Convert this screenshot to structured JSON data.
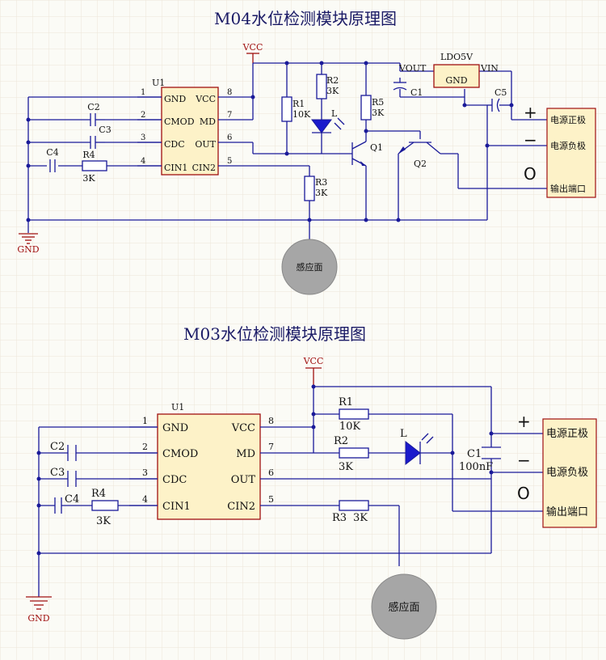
{
  "m04": {
    "title": "M04水位检测模块原理图",
    "vcc": "VCC",
    "gnd": "GND",
    "u1": "U1",
    "pins_left": [
      "GND",
      "CMOD",
      "CDC",
      "CIN1"
    ],
    "pins_right": [
      "VCC",
      "MD",
      "OUT",
      "CIN2"
    ],
    "pin_nums_left": [
      "1",
      "2",
      "3",
      "4"
    ],
    "pin_nums_right": [
      "8",
      "7",
      "6",
      "5"
    ],
    "c2": "C2",
    "c3": "C3",
    "c4": "C4",
    "r4": "R4",
    "r4_val": "3K",
    "r1": "R1",
    "r1_val": "10K",
    "r2": "R2",
    "r2_val": "3K",
    "r3": "R3",
    "r3_val": "3K",
    "r5": "R5",
    "r5_val": "3K",
    "led": "L",
    "q1": "Q1",
    "q2": "Q2",
    "vout": "VOUT",
    "ldo": "LDO5V",
    "ldo_gnd": "GND",
    "vin": "VIN",
    "c1": "C1",
    "c5": "C5",
    "plus": "+",
    "minus": "−",
    "o": "O",
    "term_pos": "电源正极",
    "term_neg": "电源负极",
    "term_out": "输出端口",
    "sensor": "感应面"
  },
  "m03": {
    "title": "M03水位检测模块原理图",
    "vcc": "VCC",
    "gnd": "GND",
    "u1": "U1",
    "pins_left": [
      "GND",
      "CMOD",
      "CDC",
      "CIN1"
    ],
    "pins_right": [
      "VCC",
      "MD",
      "OUT",
      "CIN2"
    ],
    "pin_nums_left": [
      "1",
      "2",
      "3",
      "4"
    ],
    "pin_nums_right": [
      "8",
      "7",
      "6",
      "5"
    ],
    "c2": "C2",
    "c3": "C3",
    "c4": "C4",
    "r4": "R4",
    "r4_val": "3K",
    "r1": "R1",
    "r1_val": "10K",
    "r2": "R2",
    "r2_val": "3K",
    "r3": "R3",
    "r3_val": "3K",
    "led": "L",
    "c1": "C1",
    "c1_val": "100nF",
    "plus": "+",
    "minus": "−",
    "o": "O",
    "term_pos": "电源正极",
    "term_neg": "电源负极",
    "term_out": "输出端口",
    "sensor": "感应面"
  },
  "colors": {
    "wire": "#1a1a99",
    "part_outline": "#a01010",
    "ic_fill": "#fdf2c8",
    "background": "#fbfbf6",
    "led_fill": "#1a1acc"
  }
}
